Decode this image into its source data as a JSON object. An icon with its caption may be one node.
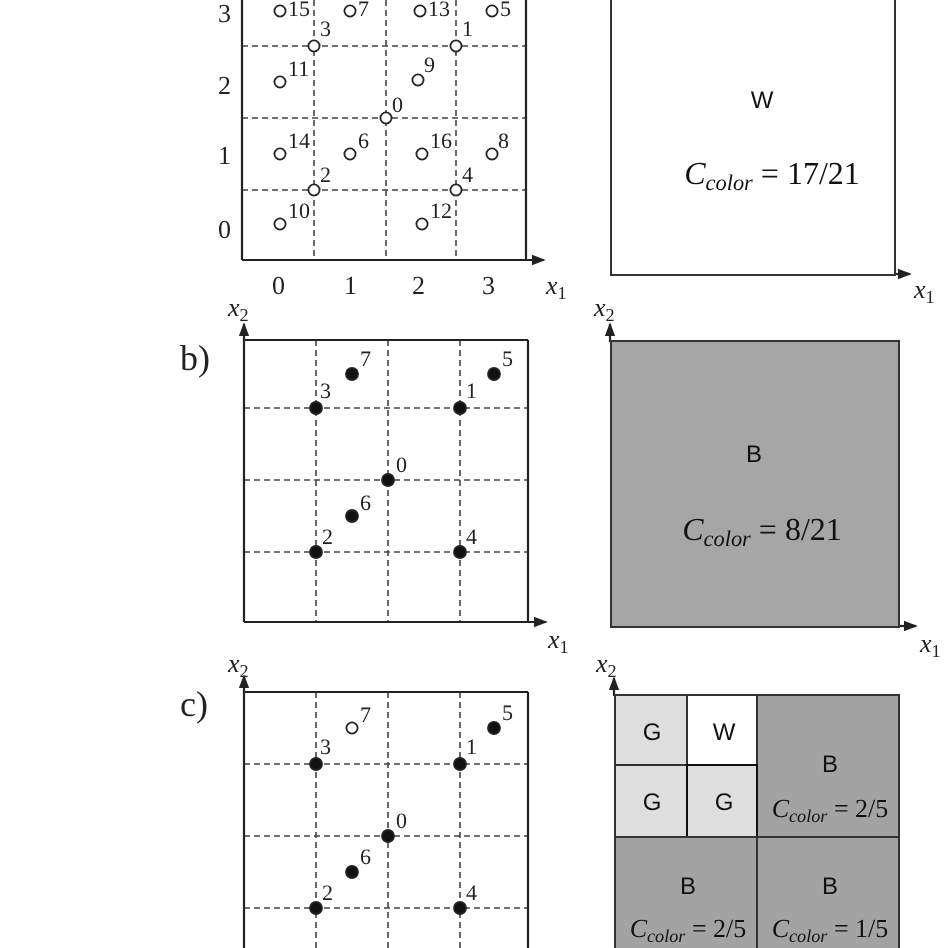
{
  "diagram": {
    "nodes": [
      {
        "text": [
          "W",
          "*C*$_{color}$ = 17/21"
        ]
      },
      {
        "text": [
          "B",
          "*C*$_{color}$ = 8/21"
        ]
      },
      {
        "text": [
          "G"
        ]
      },
      {
        "text": [
          "W"
        ]
      },
      {
        "text": [
          "B",
          "*C*$_{color}$ = 2/5"
        ]
      },
      {
        "text": [
          "G"
        ]
      },
      {
        "text": [
          "G"
        ]
      },
      {
        "text": [
          "B",
          "*C*$_{color}$ = 2/5"
        ]
      },
      {
        "text": [
          "B",
          "*C*$_{color}$ = 1/5"
        ]
      }
    ],
    "labels": [
      "3",
      "15",
      "7",
      "13",
      "5",
      "3",
      "1",
      "2",
      "11",
      "9",
      "0",
      "1",
      "14",
      "6",
      "16",
      "8",
      "2",
      "4",
      "0",
      "10",
      "12",
      "0",
      "1",
      "2",
      "3",
      "*x*$_{1}$",
      "*x*$_{1}$",
      "*x*$_{2}$",
      "*x*$_{2}$",
      "b)",
      "7",
      "5",
      "3",
      "1",
      "0",
      "6",
      "2",
      "4",
      "*x*$_{1}$",
      "*x*$_{1}$",
      "*x*$_{2}$",
      "*x*$_{2}$",
      "c)",
      "7",
      "5",
      "3",
      "1",
      "0",
      "6",
      "2",
      "4"
    ]
  }
}
